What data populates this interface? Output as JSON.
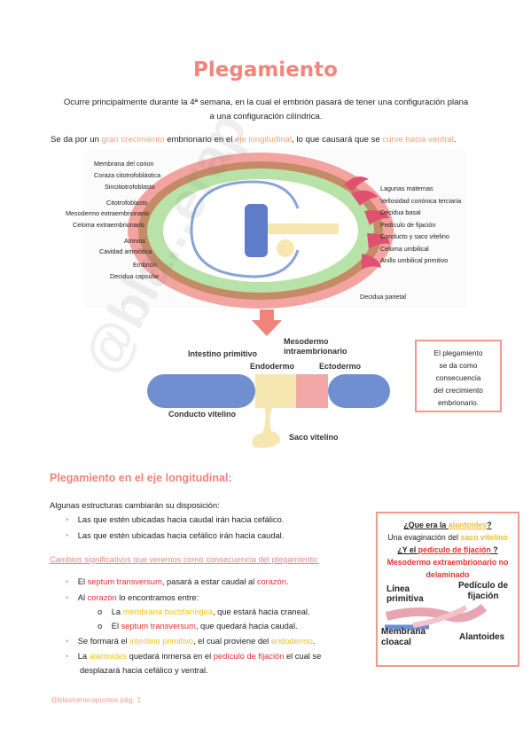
{
  "title": "Plegamiento",
  "intro": {
    "line1": "Ocurre principalmente durante la 4ª semana, en la cual el embrión pasará de tener una configuración plana",
    "line2": "a una configuración cilíndrica."
  },
  "growth_sentence": {
    "part1": "Se da por un ",
    "hl1": "gran crecimiento",
    "part2": " embrionario en el ",
    "hl2": "eje longitudinal",
    "part3": ", lo que causará que se ",
    "hl3": "curve hacia ventral",
    "part4": "."
  },
  "diagram1": {
    "left_labels": [
      "Membrana del corion",
      "Coraza citotrofoblástica",
      "Sincitiotrofoblasto",
      "Citotrofoblasto",
      "Mesodermo extraembrionario",
      "Celoma extraembrionario",
      "Amnios",
      "Cavidad amniótica",
      "Embrión",
      "Decidua capsular"
    ],
    "right_labels": [
      "Lagunas maternas",
      "Vellosidad coriónica terciaria",
      "Decidua basal",
      "Pedículo de fijación",
      "Conducto y saco vitelino",
      "Celoma umbilical",
      "Anillo umbilical primitivo"
    ],
    "bottom_label": "Decidua parietal"
  },
  "diagram2": {
    "labels": {
      "intestino": "Intestino primitivo",
      "mesodermo": "Mesodermo intraembrionario",
      "endodermo": "Endodermo",
      "ectodermo": "Ectodermo",
      "conducto": "Conducto vitelino",
      "saco": "Saco vitelino"
    }
  },
  "note_box": {
    "lines": [
      "El plegamiento",
      "se da como",
      "consecuencia",
      "del crecimiento",
      "embrionario."
    ]
  },
  "section_heading": "Plegamiento en el eje longitudinal:",
  "structures": {
    "lead": "Algunas estructuras cambiarán su disposición:",
    "bullets": [
      "Las que estén ubicadas hacia caudal irán hacia cefálico.",
      "Las que estén ubicadas hacia cefálico irán hacia caudal."
    ]
  },
  "changes_heading": "Cambios significativos que veremos como consecuencia del plegamiento:",
  "changes": {
    "b1": {
      "a": "El ",
      "hl": "septum transversum",
      "b": ", pasará a estar caudal al ",
      "hl2": "corazón",
      "c": "."
    },
    "b2": {
      "a": "Al ",
      "hl": "corazón",
      "b": " lo encontramos entre:"
    },
    "b2a": {
      "a": "La ",
      "hl": "membrana bucofaríngea",
      "b": ", que estará hacia craneal."
    },
    "b2b": {
      "a": "El ",
      "hl": "septum transversum",
      "b": ", que quedará hacia caudal."
    },
    "b3": {
      "a": "Se formará el ",
      "hl": "intestino primitivo",
      "b": ", el cual proviene del ",
      "hl2": "endodermo",
      "c": "."
    },
    "b4": {
      "a": "La ",
      "hl": "alantoides",
      "b": " quedará inmersa en el ",
      "hl2": "pedículo de fijación",
      "c": " el cual se"
    },
    "b4cont": "desplazará hacia cefálico y ventral.",
    "bullet_char": "•",
    "sub_char": "o"
  },
  "side_box": {
    "q1a": "¿Que era la ",
    "q1hl": "alantoides",
    "q1b": "?",
    "a1a": "Una evaginación del ",
    "a1hl": "saco vitelino",
    "q2a": "¿Y el ",
    "q2hl": "pedículo de fijación",
    "q2b": " ?",
    "a2": "Mesodermo extraembrionario no delaminado",
    "img_labels": {
      "linea": "Línea primitiva",
      "pedic": "Pedículo de fijación",
      "membrana": "Membrana cloacal",
      "alant": "Alantoides"
    }
  },
  "footer": "@blastomerapuntes pág. 1",
  "watermark": "@bla...erap"
}
